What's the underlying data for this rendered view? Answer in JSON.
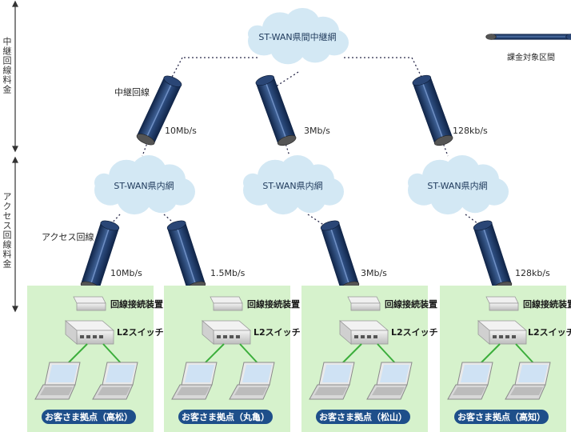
{
  "left_axis": {
    "relay_fee": "中継回線料金",
    "access_fee": "アクセス回線料金"
  },
  "legend": {
    "label": "課金対象区間"
  },
  "nodes": {
    "backbone": "ST-WAN県間中継網",
    "prefecture": [
      "ST-WAN県内網",
      "ST-WAN県内網",
      "ST-WAN県内網"
    ]
  },
  "trunk_label": "中継回線",
  "trunk_speeds": [
    "10Mb/s",
    "3Mb/s",
    "128kb/s"
  ],
  "access_label": "アクセス回線",
  "access_speeds": [
    "10Mb/s",
    "1.5Mb/s",
    "3Mb/s",
    "128kb/s"
  ],
  "device_labels": {
    "line_device": "回線接続装置",
    "l2_switch": "L2スイッチ"
  },
  "sites": [
    "お客さま拠点（高松）",
    "お客さま拠点（丸亀）",
    "お客さま拠点（松山）",
    "お客さま拠点（高知）"
  ],
  "colors": {
    "cloud": "#d3e8f4",
    "site_bg": "#d6f2cc",
    "site_badge": "#1e4f8a",
    "cable": "#1f3a66",
    "link_green": "#3cae3c"
  }
}
